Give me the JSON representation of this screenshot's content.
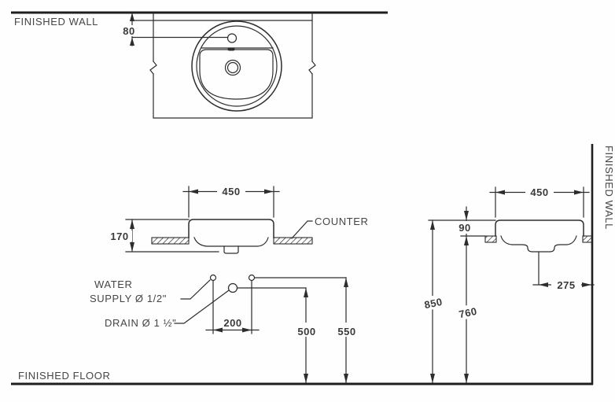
{
  "labels": {
    "finished_wall_top": "FINISHED WALL",
    "finished_wall_right": "FINISHED WALL",
    "finished_floor": "FINISHED FLOOR",
    "counter": "COUNTER",
    "water_supply_line1": "WATER",
    "water_supply_line2": "SUPPLY Ø 1/2\"",
    "drain": "DRAIN Ø 1 ½\""
  },
  "dimensions": {
    "faucet_to_wall": "80",
    "basin_width_front": "450",
    "basin_total_height": "170",
    "supply_spacing": "200",
    "drain_height": "500",
    "supply_height": "550",
    "rim_height": "850",
    "counter_height": "760",
    "rim_above_counter": "90",
    "basin_width_side": "450",
    "drain_to_wall": "275"
  }
}
